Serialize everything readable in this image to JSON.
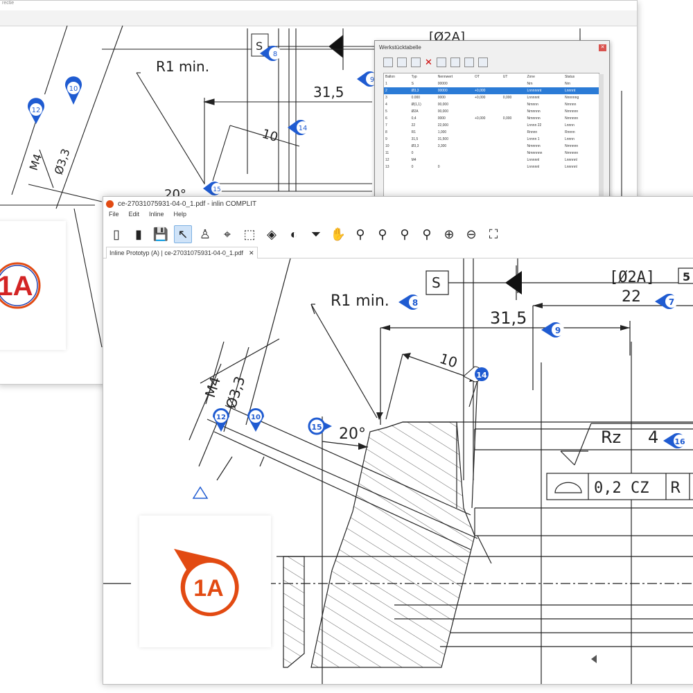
{
  "back_window": {
    "title": "rectie",
    "dialog": {
      "title": "Werkstücktabelle",
      "columns": [
        "Ballon",
        "Typ",
        "Nennwert",
        "OT",
        "UT",
        "Zone",
        "Status"
      ],
      "rows": [
        {
          "c": [
            "1",
            "S",
            "00000",
            "",
            "",
            "Nrn",
            "Nrn"
          ],
          "sel": false
        },
        {
          "c": [
            "2",
            "Ø3,3",
            "00000",
            "+0,000",
            "",
            "Lnnnnnnt",
            "Lnnnnt"
          ],
          "sel": true
        },
        {
          "c": [
            "3",
            "0.000",
            "0000",
            "+0,000",
            "0,000",
            "Lnnnnnt",
            "Nnnnnng"
          ],
          "sel": false
        },
        {
          "c": [
            "4",
            "Ø(1,1)",
            "00,000",
            "",
            "",
            "Nrnnnn",
            "Nrnnnn"
          ],
          "sel": false
        },
        {
          "c": [
            "5",
            "Ø2A",
            "00,000",
            "",
            "",
            "Nrnnnnn",
            "Nrnnnnn"
          ],
          "sel": false
        },
        {
          "c": [
            "6",
            "0,4",
            "0000",
            "+0,000",
            "0,000",
            "Nrnnnnn",
            "Nrnnnnn"
          ],
          "sel": false
        },
        {
          "c": [
            "7",
            "22",
            "22,000",
            "",
            "",
            "Lnnnn 22",
            "Lnnnn"
          ],
          "sel": false
        },
        {
          "c": [
            "8",
            "R1",
            "1,000",
            "",
            "",
            "Rnnnn",
            "Rnnnn"
          ],
          "sel": false
        },
        {
          "c": [
            "9",
            "31,5",
            "31,500",
            "",
            "",
            "Lnnnn 1",
            "Lnnnn"
          ],
          "sel": false
        },
        {
          "c": [
            "10",
            "Ø3,3",
            "3,300",
            "",
            "",
            "Nrnnnnn",
            "Nrnnnnn"
          ],
          "sel": false
        },
        {
          "c": [
            "11",
            "0",
            "",
            "",
            "",
            "Nrnnnnnn",
            "Nrnnnnn"
          ],
          "sel": false
        },
        {
          "c": [
            "12",
            "M4",
            "",
            "",
            "",
            "Lnnnnnl",
            "Lnnnnnl"
          ],
          "sel": false
        },
        {
          "c": [
            "13",
            "0",
            "0",
            "",
            "",
            "Lnnnnnl",
            "Lnnnnnl"
          ],
          "sel": false
        }
      ]
    }
  },
  "front_window": {
    "title": "ce-27031075931-04-0_1.pdf - inlin COMPLIT",
    "menu": [
      "File",
      "Edit",
      "Inline",
      "Help"
    ],
    "tab_label": "Inline Prototyp (A) | ce-27031075931-04-0_1.pdf",
    "tab_close": "✕"
  },
  "logo_text": "1A",
  "logo_color": "#e24a12",
  "balloon_color": "#1f5bd1",
  "front_drawing": {
    "texts": {
      "s_box": "S",
      "r1": "R1 min.",
      "d31": "31,5",
      "d22": "22",
      "d10": "10",
      "ang20": "20°",
      "m4": "M4",
      "dia33": "Ø3,3",
      "phi2a": "[Ø2A]",
      "rz": "Rz",
      "rz_val": "4",
      "fcf_val": "0,2 CZ",
      "fcf_ref": "R"
    },
    "balloons": {
      "b5": "5",
      "b7": "7",
      "b8": "8",
      "b9": "9",
      "b10": "10",
      "b12": "12",
      "b14": "14",
      "b15": "15",
      "b16": "16"
    }
  },
  "back_drawing": {
    "texts": {
      "s_box": "S",
      "r1": "R1 min.",
      "d31": "31,5",
      "d10": "10",
      "ang20": "20°",
      "m4": "M4",
      "dia33": "Ø3,3",
      "phi2a": "[Ø2A]"
    },
    "balloons": {
      "b8": "8",
      "b9": "9",
      "b10": "10",
      "b12": "12",
      "b14": "14",
      "b15": "15"
    }
  }
}
